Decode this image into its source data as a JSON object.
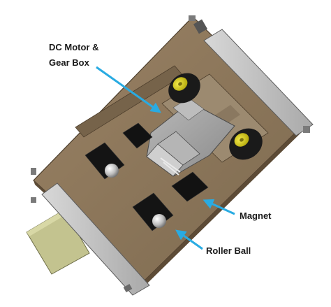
{
  "labels": {
    "motor_line1": "DC Motor &",
    "motor_line2": "Gear Box",
    "magnet": "Magnet",
    "roller_ball": "Roller Ball"
  },
  "colors": {
    "arrow": "#29abe2",
    "wood": "#8b7355",
    "wood_dark": "#6e5a42",
    "rail": "#c9c9c9",
    "rail_dark": "#9a9a9a",
    "motor_housing": "#a0a0a0",
    "battery": "#bfbf8a",
    "wheel": "#1a1a1a",
    "hub": "#e0d41a",
    "magnet": "#111111"
  }
}
